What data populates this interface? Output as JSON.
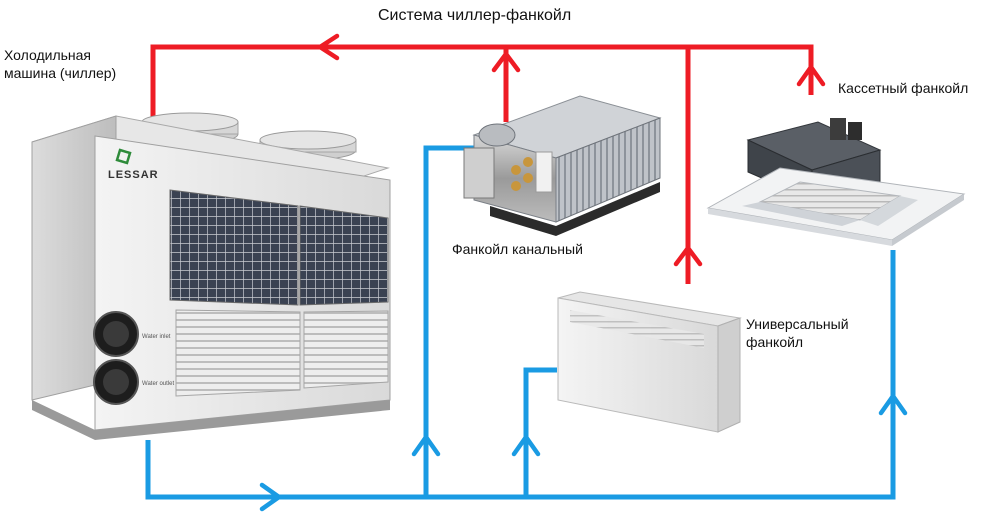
{
  "title": "Система чиллер-фанкойл",
  "labels": {
    "chiller_line1": "Холодильная",
    "chiller_line2": "машина (чиллер)",
    "duct_fancoil": "Фанкойл канальный",
    "cassette_fancoil": "Кассетный фанкойл",
    "universal_line1": "Универсальный",
    "universal_line2": "фанкойл"
  },
  "brand": "LESSAR",
  "chiller_port_labels": [
    "Water inlet",
    "Water outlet"
  ],
  "colors": {
    "supply_pipe": "#ee1c25",
    "return_pipe": "#1a9be3",
    "brand_green": "#2e8b3a"
  },
  "icons": [
    "chiller-unit",
    "duct-fancoil-unit",
    "cassette-fancoil-unit",
    "universal-fancoil-unit",
    "flow-arrow"
  ]
}
